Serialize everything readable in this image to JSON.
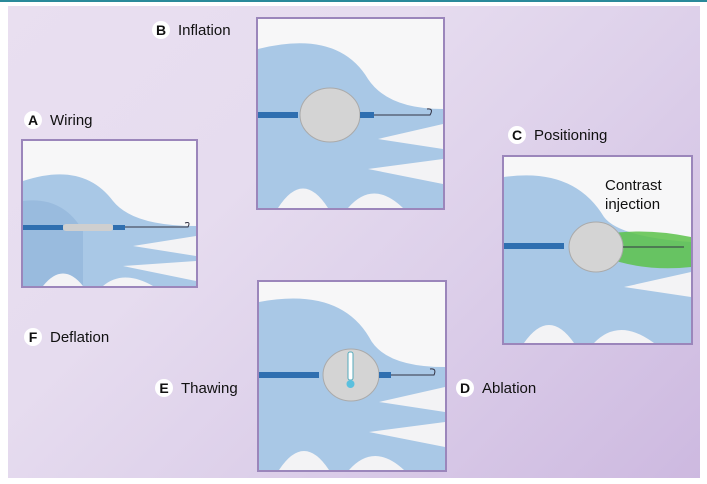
{
  "steps": [
    {
      "letter": "A",
      "label": "Wiring"
    },
    {
      "letter": "B",
      "label": "Inflation"
    },
    {
      "letter": "C",
      "label": "Positioning"
    },
    {
      "letter": "D",
      "label": "Ablation"
    },
    {
      "letter": "E",
      "label": "Thawing"
    },
    {
      "letter": "F",
      "label": "Deflation"
    }
  ],
  "annotation": {
    "line1": "Contrast",
    "line2": "injection"
  },
  "colors": {
    "vein": "#a9c8e6",
    "balloon": "#d4d4d4",
    "catheter": "#2f6fb0",
    "contrast": "#5cc24a",
    "border": "#9b86bb"
  }
}
